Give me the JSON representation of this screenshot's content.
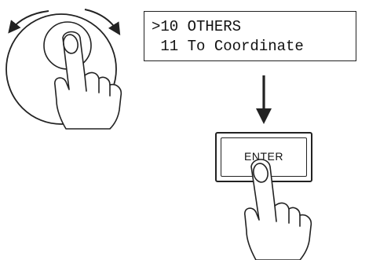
{
  "lcd": {
    "line1": ">10 OTHERS",
    "line2": " 11 To Coordinate"
  },
  "enter_button": {
    "label": "ENTER"
  },
  "icons": {
    "dial": "rotary-dial-icon",
    "rotate_left": "rotate-left-arrow-icon",
    "rotate_right": "rotate-right-arrow-icon",
    "finger_on_dial": "pointing-hand-icon",
    "down_arrow": "arrow-down-icon",
    "finger_on_button": "pointing-hand-icon"
  }
}
